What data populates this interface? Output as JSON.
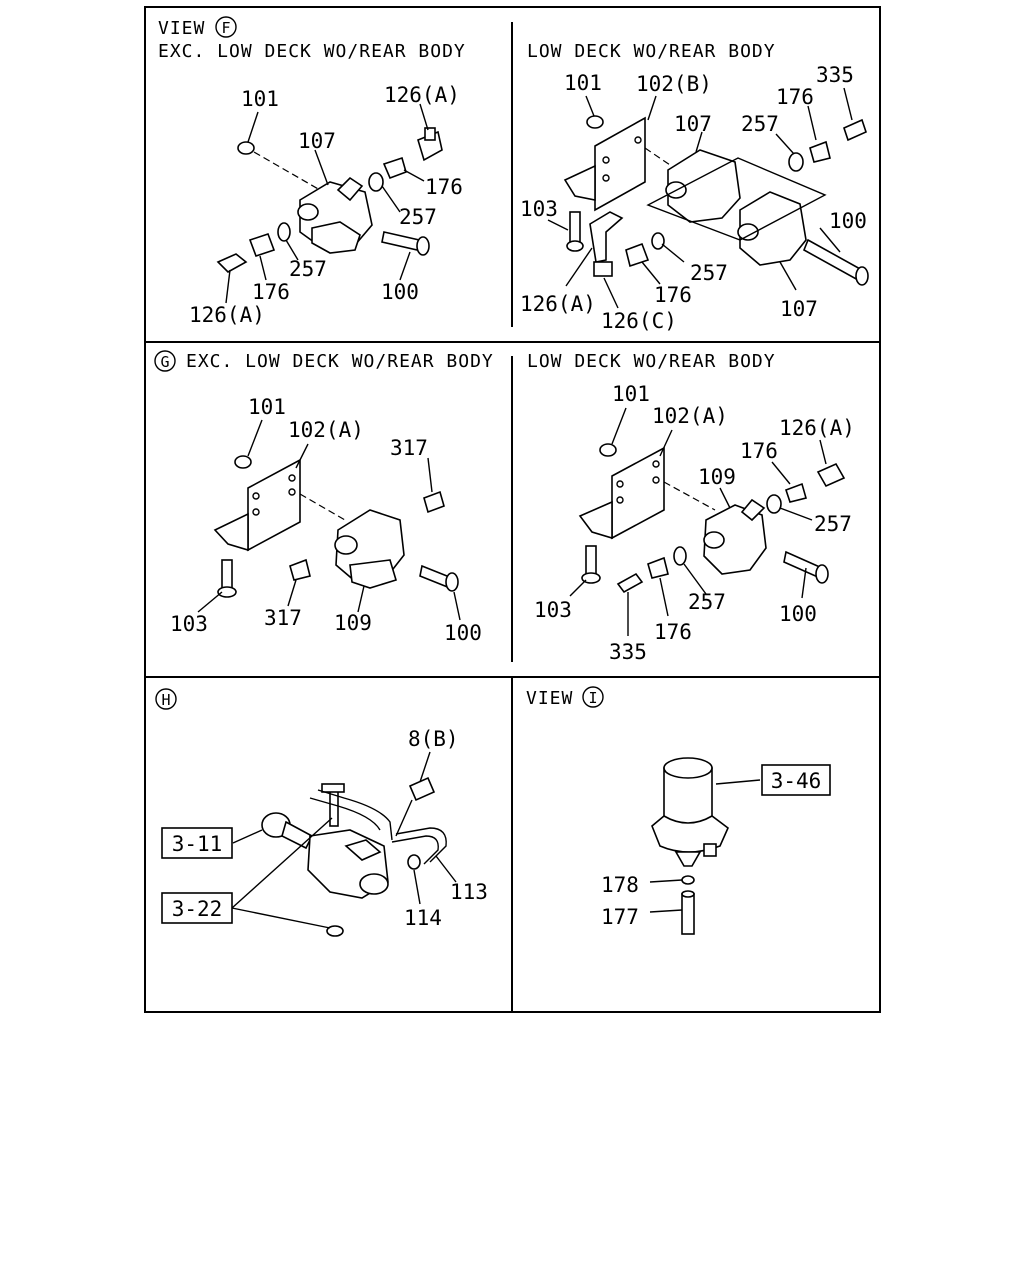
{
  "panels": {
    "view_f": {
      "view_label": "VIEW",
      "view_letter": "F",
      "left_title": "EXC. LOW DECK WO/REAR BODY",
      "right_title": "LOW DECK WO/REAR BODY",
      "left_callouts": [
        "101",
        "126(A)",
        "107",
        "176",
        "257",
        "257",
        "176",
        "100",
        "126(A)"
      ],
      "right_callouts": [
        "101",
        "102(B)",
        "335",
        "176",
        "107",
        "257",
        "103",
        "100",
        "257",
        "126(A)",
        "176",
        "126(C)",
        "107"
      ]
    },
    "view_g": {
      "view_letter": "G",
      "left_title": "EXC. LOW DECK WO/REAR BODY",
      "right_title": "LOW DECK WO/REAR BODY",
      "left_callouts": [
        "101",
        "102(A)",
        "317",
        "103",
        "317",
        "109",
        "100"
      ],
      "right_callouts": [
        "101",
        "102(A)",
        "176",
        "126(A)",
        "109",
        "257",
        "103",
        "257",
        "100",
        "335",
        "176"
      ]
    },
    "view_h": {
      "view_letter": "H",
      "callouts": [
        "8(B)",
        "113",
        "114"
      ],
      "ref_boxes": [
        "3-11",
        "3-22"
      ]
    },
    "view_i": {
      "view_label": "VIEW",
      "view_letter": "I",
      "callouts": [
        "178",
        "177"
      ],
      "ref_boxes": [
        "3-46"
      ]
    }
  }
}
